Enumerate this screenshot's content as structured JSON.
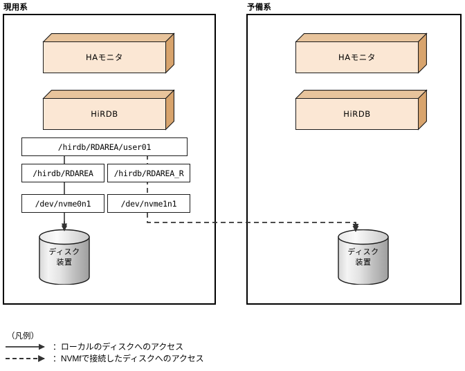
{
  "diagram": {
    "systems": [
      {
        "id": "active",
        "label": "現用系",
        "components": [
          {
            "name": "ha-monitor",
            "label": "HAモニタ"
          },
          {
            "name": "hirdb",
            "label": "HiRDB"
          }
        ],
        "path_boxes": {
          "rdarea_path": "/hirdb/RDAREA/user01",
          "mount_local": "/hirdb/RDAREA",
          "mount_remote": "/hirdb/RDAREA_R",
          "device_local": "/dev/nvme0n1",
          "device_remote": "/dev/nvme1n1"
        },
        "disk": {
          "line1": "ディスク",
          "line2": "装置"
        }
      },
      {
        "id": "standby",
        "label": "予備系",
        "components": [
          {
            "name": "ha-monitor",
            "label": "HAモニタ"
          },
          {
            "name": "hirdb",
            "label": "HiRDB"
          }
        ],
        "disk": {
          "line1": "ディスク",
          "line2": "装置"
        }
      }
    ],
    "legend": {
      "title": "（凡例）",
      "items": [
        {
          "style": "solid",
          "separator": "：",
          "label": "ローカルのディスクへのアクセス"
        },
        {
          "style": "dashed",
          "separator": "：",
          "label": "NVMfで接続したディスクへのアクセス"
        }
      ]
    },
    "colors": {
      "box_front": "#FBE7D4",
      "box_top": "#E8C49C",
      "box_side": "#D8A46D",
      "outline": "#1a1a1a",
      "panel_border": "#000000",
      "disk_light": "#F2F2F2",
      "disk_dark": "#9A9A9A",
      "arrow": "#333333",
      "background": "#FFFFFF"
    }
  }
}
